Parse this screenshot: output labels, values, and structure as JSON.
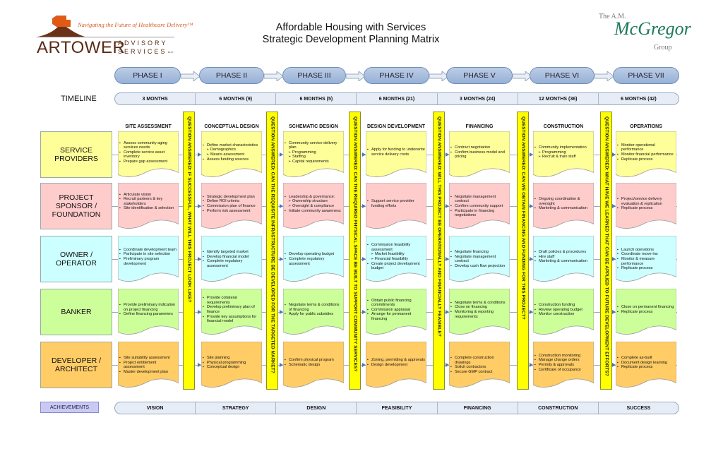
{
  "logo_left": {
    "tagline": "Navigating the Future of Healthcare Delivery™",
    "name": "ARTOWER",
    "sub1": "ADVISORY",
    "sub2": "SERVICES",
    "llc": "LLC"
  },
  "logo_right": {
    "line1": "The A.M.",
    "line2": "McGregor",
    "line3": "Group"
  },
  "title": {
    "line1": "Affordable Housing with Services",
    "line2": "Strategic Development Planning Matrix"
  },
  "phases": [
    "PHASE I",
    "PHASE II",
    "PHASE III",
    "PHASE IV",
    "PHASE V",
    "PHASE VI",
    "PHASE VII"
  ],
  "timeline": {
    "label": "TIMELINE",
    "values": [
      "3 MONTHS",
      "6 MONTHS (9)",
      "6 MONTHS (5)",
      "6 MONTHS (21)",
      "3 MONTHS (24)",
      "12 MONTHS (36)",
      "6 MONTHS (42)"
    ]
  },
  "rows": [
    "SERVICE\nPROVIDERS",
    "PROJECT\nSPONSOR /\nFOUNDATION",
    "OWNER /\nOPERATOR",
    "BANKER",
    "DEVELOPER /\nARCHITECT"
  ],
  "row_colors": [
    "#ffff99",
    "#ffcccc",
    "#ccffff",
    "#ccff99",
    "#ffcc66"
  ],
  "columns": [
    {
      "heading": "SITE ASSESSMENT",
      "cells": [
        [
          "Assess community aging services needs",
          "Complete service asset inventory",
          "Prepare gap assessment"
        ],
        [
          "Articulate vision",
          "Recruit partners & key stakeholders",
          "Site identification & selection"
        ],
        [
          "Coordinate development team",
          "Participate in site selection",
          "Preliminary program development"
        ],
        [
          "Provide preliminary indication on project financing",
          "Define financing parameters"
        ],
        [
          "Site suitability assessment",
          "Project entitlement assessment",
          "Master development plan"
        ]
      ]
    },
    {
      "heading": "CONCEPTUAL DESIGN",
      "cells": [
        [
          "Define market characteristics",
          [
            "Demographics",
            "Means assessment"
          ],
          "Assess funding sources"
        ],
        [
          "Strategic development plan",
          "Define ROI criteria",
          "Commission plan of finance",
          "Perform risk assessment"
        ],
        [
          "Identify targeted market",
          "Develop financial model",
          "Complete regulatory assessment"
        ],
        [
          "Provide collateral requirements",
          "Develop preliminary plan of finance",
          "Provide key assumptions for financial model"
        ],
        [
          "Site planning",
          "Physical programming",
          "Conceptual design"
        ]
      ]
    },
    {
      "heading": "SCHEMATIC DESIGN",
      "cells": [
        [
          "Community service delivery plan",
          [
            "Programming",
            "Staffing",
            "Capital requirements"
          ]
        ],
        [
          "Leadership & governance:",
          [
            "Ownership structure",
            "Oversight & compliance"
          ],
          "Initiate community awareness"
        ],
        [
          "Develop operating budget",
          "Complete regulatory assessment"
        ],
        [
          "Negotiate terms & conditions of financing",
          "Apply for public subsidies"
        ],
        [
          "Confirm physical program",
          "Schematic design"
        ]
      ]
    },
    {
      "heading": "DESIGN DEVELOPMENT",
      "cells": [
        [
          "Apply for funding to underwrite service delivery costs"
        ],
        [
          "Support service provider funding efforts"
        ],
        [
          "Commission feasibility assessment",
          [
            "Market feasibility",
            "Financial feasibility"
          ],
          "Create project development budget"
        ],
        [
          "Obtain public financing commitments",
          "Commission appraisal",
          "Arrange for permanent financing"
        ],
        [
          "Zoning, permitting & approvals",
          "Design development"
        ]
      ]
    },
    {
      "heading": "FINANCING",
      "cells": [
        [
          "Contract negotiation",
          "Confirm business model and pricing"
        ],
        [
          "Negotiate management contract",
          "Confirm community support",
          "Participate in financing negotiations"
        ],
        [
          "Negotiate financing",
          "Negotiate management contract",
          "Develop cash flow projection"
        ],
        [
          "Negotiate terms & conditions",
          "Close on financing",
          "Monitoring & reporting requirements"
        ],
        [
          "Complete construction drawings",
          "Solicit contractors",
          "Secure GMP contract"
        ]
      ]
    },
    {
      "heading": "CONSTRUCTION",
      "cells": [
        [
          "Community implementation",
          [
            "Programming",
            "Recruit & train staff"
          ]
        ],
        [
          "Ongoing coordination & oversight",
          "Marketing & communication"
        ],
        [
          "Draft policies & procedures",
          "Hire staff",
          "Marketing & communication"
        ],
        [
          "Construction funding",
          "Review operating budget",
          "Monitor construction"
        ],
        [
          "Construction monitoring",
          "Manage change orders",
          "Permits & approvals",
          "Certificate of occupancy"
        ]
      ]
    },
    {
      "heading": "OPERATIONS",
      "cells": [
        [
          "Monitor operational performance",
          "Monitor financial performance",
          "Replicate process"
        ],
        [
          "Project/service delivery evaluation & replication",
          "Replicate process"
        ],
        [
          "Launch operations",
          "Coordinate move-ins",
          "Monitor & measure performance",
          "Replicate process"
        ],
        [
          "Close on permanent financing",
          "Replicate process"
        ],
        [
          "Complete as-built",
          "Document design learning",
          "Replicate process"
        ]
      ]
    }
  ],
  "questions": [
    "QUESTION ANSWERED:  IF SUCCESSFUL, WHAT WILL THIS PROJECT LOOK LIKE?",
    "QUESTION ANSWERED:  CAN THE REQUISITE INFRASTRUCTURE BE DEVELOPED FOR THE TARGETED MARKET?",
    "QUESTION ANSWERED:  CAN THE REQUIRED PHYSICAL SPACE BE BUILT TO SUPPORT COMMUNITY SERVICES?",
    "QUESTION ANSWERED:  WILL THIS PROJECT BE OPERATIONALLY AND FINANCIALLY FEASIBLE?",
    "QUESTION ANSWERED:  CAN WE OBTAIN FINANCING AND FUNDING FOR THIS PROJECT?",
    "QUESTION ANSWERED:  WHAT HAVE WE LEARNED THAT CAN BE APPLIED TO FUTURE DEVELOPMENT EFFORTS?"
  ],
  "achievements": {
    "label": "ACHIEVEMENTS",
    "values": [
      "VISION",
      "STRATEGY",
      "DESIGN",
      "FEASIBILITY",
      "FINANCING",
      "CONSTRUCTION",
      "SUCCESS"
    ]
  }
}
